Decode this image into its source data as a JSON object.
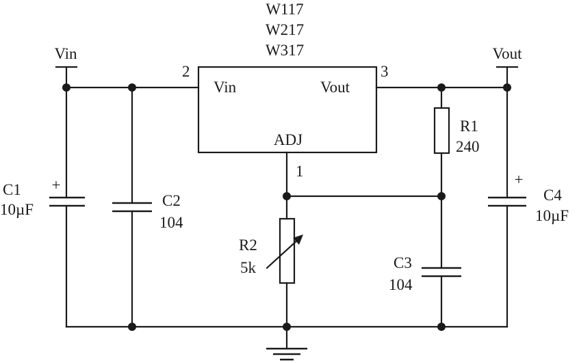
{
  "regulator": {
    "part_numbers": [
      "W117",
      "W217",
      "W317"
    ],
    "pin_in_label": "Vin",
    "pin_out_label": "Vout",
    "pin_adj_label": "ADJ",
    "pin_in_number": "2",
    "pin_out_number": "3",
    "pin_adj_number": "1"
  },
  "terminals": {
    "input": "Vin",
    "output": "Vout"
  },
  "components": {
    "c1": {
      "name": "C1",
      "value": "10µF",
      "polarity": "+"
    },
    "c2": {
      "name": "C2",
      "value": "104"
    },
    "r1": {
      "name": "R1",
      "value": "240"
    },
    "r2": {
      "name": "R2",
      "value": "5k"
    },
    "c3": {
      "name": "C3",
      "value": "104"
    },
    "c4": {
      "name": "C4",
      "value": "10µF",
      "polarity": "+"
    }
  },
  "colors": {
    "ink": "#1a1a1a",
    "background": "#ffffff"
  }
}
